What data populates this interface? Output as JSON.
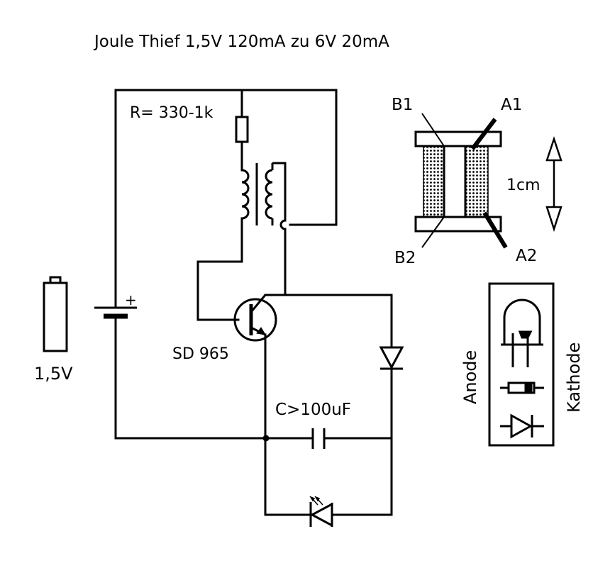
{
  "title": "Joule Thief 1,5V 120mA zu 6V 20mA",
  "labels": {
    "resistor": "R= 330-1k",
    "transistor": "SD 965",
    "battery_voltage": "1,5V",
    "battery_plus": "+",
    "capacitor": "C>100uF",
    "toroid_b1": "B1",
    "toroid_a1": "A1",
    "toroid_b2": "B2",
    "toroid_a2": "A2",
    "dimension": "1cm",
    "anode": "Anode",
    "kathode": "Kathode"
  }
}
